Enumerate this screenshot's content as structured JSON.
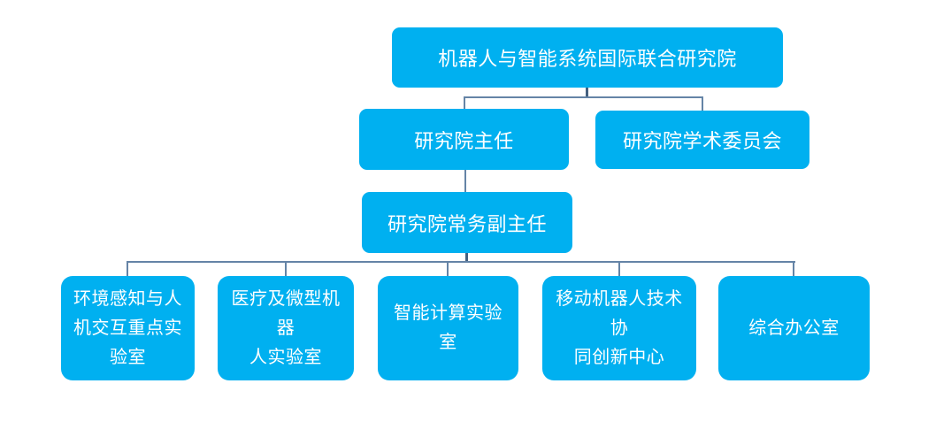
{
  "diagram": {
    "type": "org-chart",
    "root": {
      "label": "机器人与智能系统国际联合研究院"
    },
    "level2": [
      {
        "label": "研究院主任"
      },
      {
        "label": "研究院学术委员会"
      }
    ],
    "level3": {
      "label": "研究院常务副主任"
    },
    "level4": [
      {
        "label": "环境感知与人\n机交互重点实\n验室"
      },
      {
        "label": "医疗及微型机器\n人实验室"
      },
      {
        "label": "智能计算实验室"
      },
      {
        "label": "移动机器人技术协\n同创新中心"
      },
      {
        "label": "综合办公室"
      }
    ],
    "colors": {
      "background": "#ffffff",
      "box_fill": "#00b0f0",
      "box_text": "#ffffff",
      "connector": "#6584a6",
      "connector_stub": "#44607f"
    }
  }
}
